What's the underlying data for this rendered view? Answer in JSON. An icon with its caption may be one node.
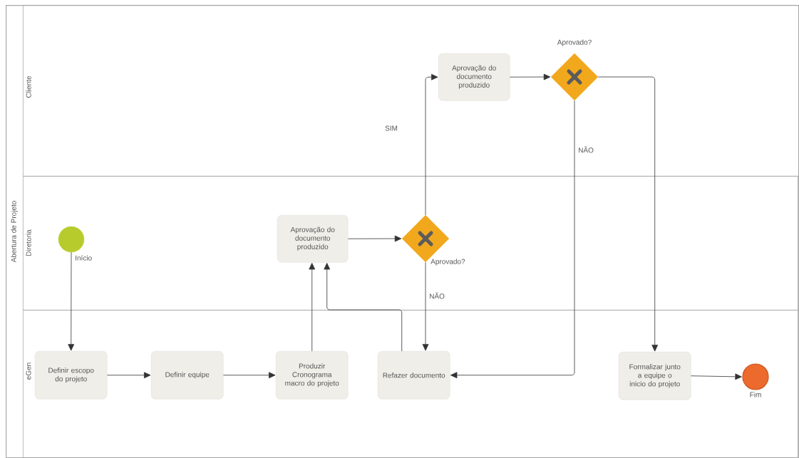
{
  "diagram": {
    "nodes": [
      {
        "text": [
          "Abertura de Projeto"
        ]
      },
      {
        "text": [
          "Cliente"
        ],
        "in": 0
      },
      {
        "text": [
          "Aprovação do documento produzido"
        ],
        "in": 1
      },
      {
        "text": [
          "Aprovado?"
        ],
        "in": 1
      },
      {
        "text": [
          "Diretoria"
        ],
        "in": 0
      },
      {
        "text": [
          "Início"
        ],
        "in": 4
      },
      {
        "text": [
          "Aprovação do documento produzido"
        ],
        "in": 4
      },
      {
        "text": [
          "Aprovado?"
        ],
        "in": 4
      },
      {
        "text": [
          "eGen"
        ],
        "in": 0
      },
      {
        "text": [
          "Definir escopo do projeto"
        ],
        "in": 8
      },
      {
        "text": [
          "Definir equipe"
        ],
        "in": 8
      },
      {
        "text": [
          "Produzir Cronograma macro do projeto"
        ],
        "in": 8
      },
      {
        "text": [
          "Refazer documento"
        ],
        "in": 8
      },
      {
        "text": [
          "Formalizar junto a equipe o inicio do projeto"
        ],
        "in": 8
      },
      {
        "text": [
          "Fim"
        ],
        "in": 8
      }
    ],
    "edges": [
      {
        "from": 5,
        "to": 9,
        "arrow": "to"
      },
      {
        "from": 9,
        "to": 10,
        "arrow": "to"
      },
      {
        "from": 10,
        "to": 11,
        "arrow": "to"
      },
      {
        "from": 11,
        "to": 6,
        "arrow": "to"
      },
      {
        "from": 12,
        "to": 6,
        "arrow": "to"
      },
      {
        "from": 6,
        "to": 7,
        "arrow": "to"
      },
      {
        "from": 7,
        "to": 2,
        "arrow": "to",
        "label": "SIM"
      },
      {
        "from": 7,
        "to": 12,
        "arrow": "to",
        "label": "NÃO"
      },
      {
        "from": 2,
        "to": 3,
        "arrow": "to"
      },
      {
        "from": 3,
        "to": 12,
        "arrow": "to",
        "label": "NÃO"
      },
      {
        "from": 3,
        "to": 13,
        "arrow": "to"
      },
      {
        "from": 13,
        "to": 14,
        "arrow": "to"
      }
    ]
  }
}
